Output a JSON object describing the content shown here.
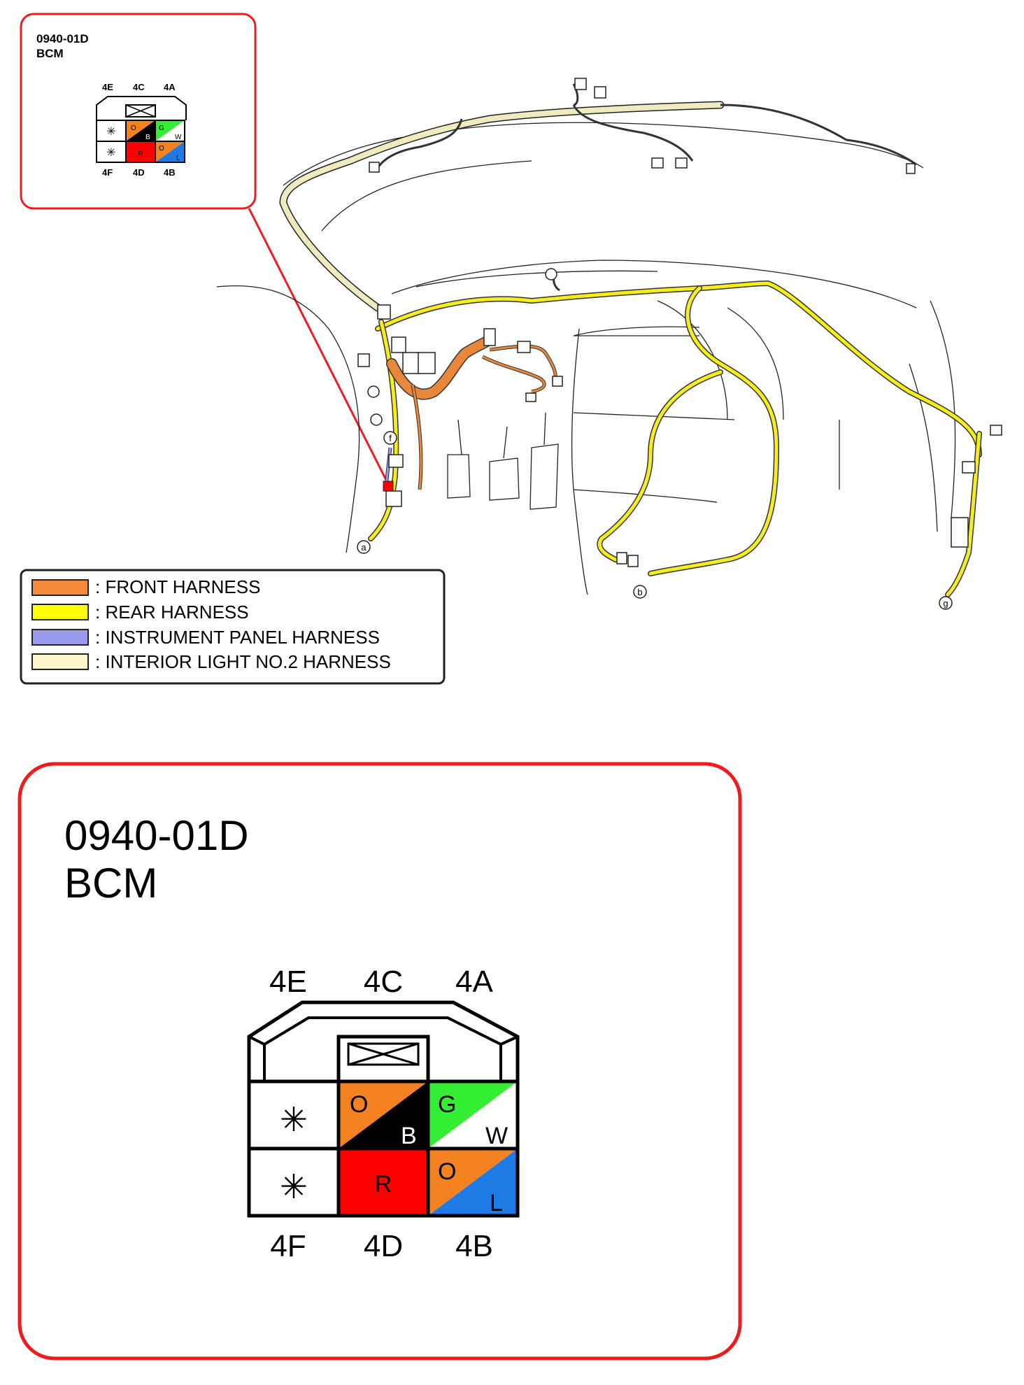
{
  "connector": {
    "code": "0940-01D",
    "name": "BCM",
    "top_labels": [
      "4E",
      "4C",
      "4A"
    ],
    "bottom_labels": [
      "4F",
      "4D",
      "4B"
    ],
    "blank_symbol": "✳",
    "cells": {
      "4C": {
        "top": "O",
        "bottom": "B",
        "top_color": "#f58220",
        "bottom_color": "#000000"
      },
      "4A": {
        "top": "G",
        "bottom": "W",
        "top_color": "#33ee33",
        "bottom_color": "#ffffff"
      },
      "4D": {
        "label": "R",
        "color": "#ff0000"
      },
      "4B": {
        "top": "O",
        "bottom": "L",
        "top_color": "#f58220",
        "bottom_color": "#1e7be6"
      }
    }
  },
  "legend": [
    {
      "label": ": FRONT HARNESS",
      "color": "#f58a3c"
    },
    {
      "label": ": REAR HARNESS",
      "color": "#ffff00"
    },
    {
      "label": ": INSTRUMENT PANEL HARNESS",
      "color": "#9999ee"
    },
    {
      "label": ": INTERIOR LIGHT NO.2 HARNESS",
      "color": "#fbf5c8"
    }
  ],
  "points": [
    "a",
    "b",
    "f",
    "g"
  ],
  "colors": {
    "callout_border": "#ee1c1c",
    "front": "#e8873a",
    "rear": "#f5ee1a",
    "panel": "#9999ee",
    "interior": "#f0ebbe"
  }
}
